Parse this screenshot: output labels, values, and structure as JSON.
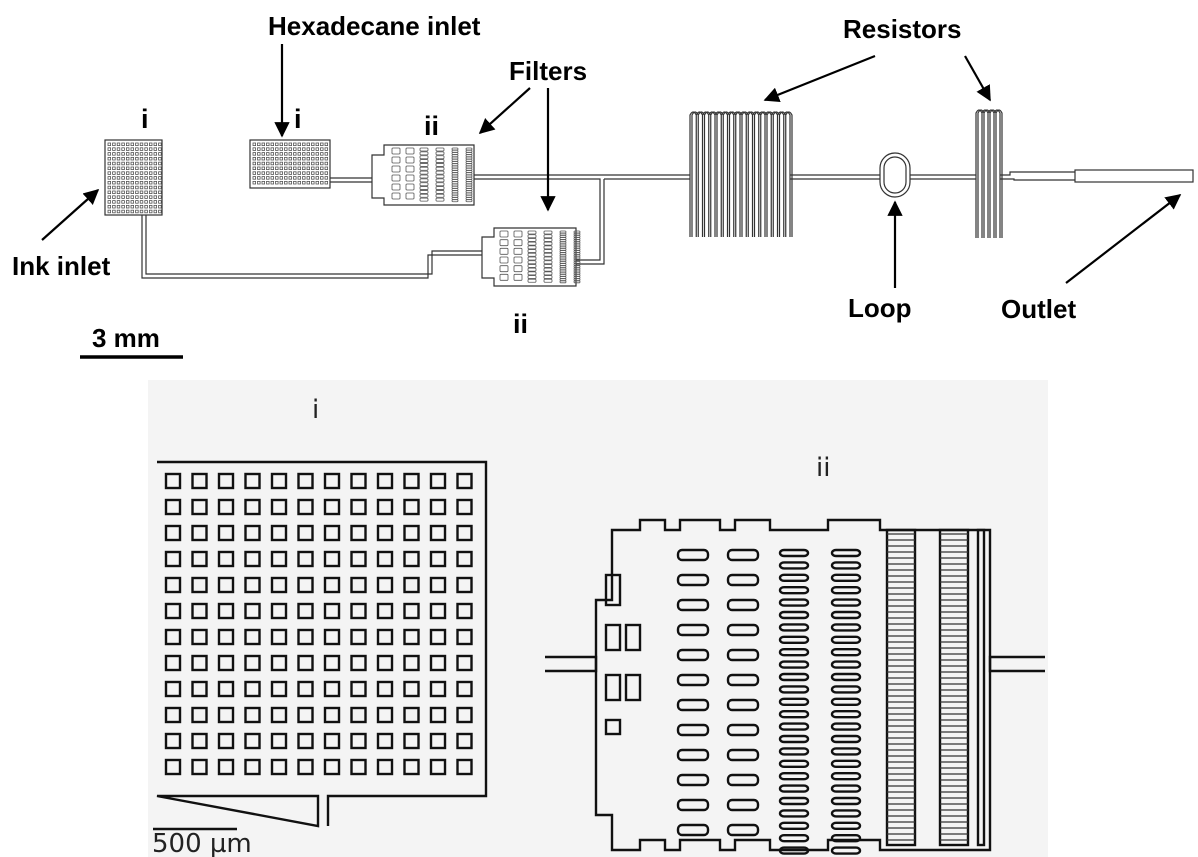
{
  "labels": {
    "hexadecane_inlet": "Hexadecane inlet",
    "filters": "Filters",
    "resistors": "Resistors",
    "ink_inlet": "Ink inlet",
    "loop": "Loop",
    "outlet": "Outlet",
    "i_left": "i",
    "i_right": "i",
    "ii_top": "ii",
    "ii_bottom": "ii",
    "detail_i": "i",
    "detail_ii": "ii"
  },
  "scale_bars": {
    "top": "3 mm",
    "bottom": "500 µm"
  }
}
